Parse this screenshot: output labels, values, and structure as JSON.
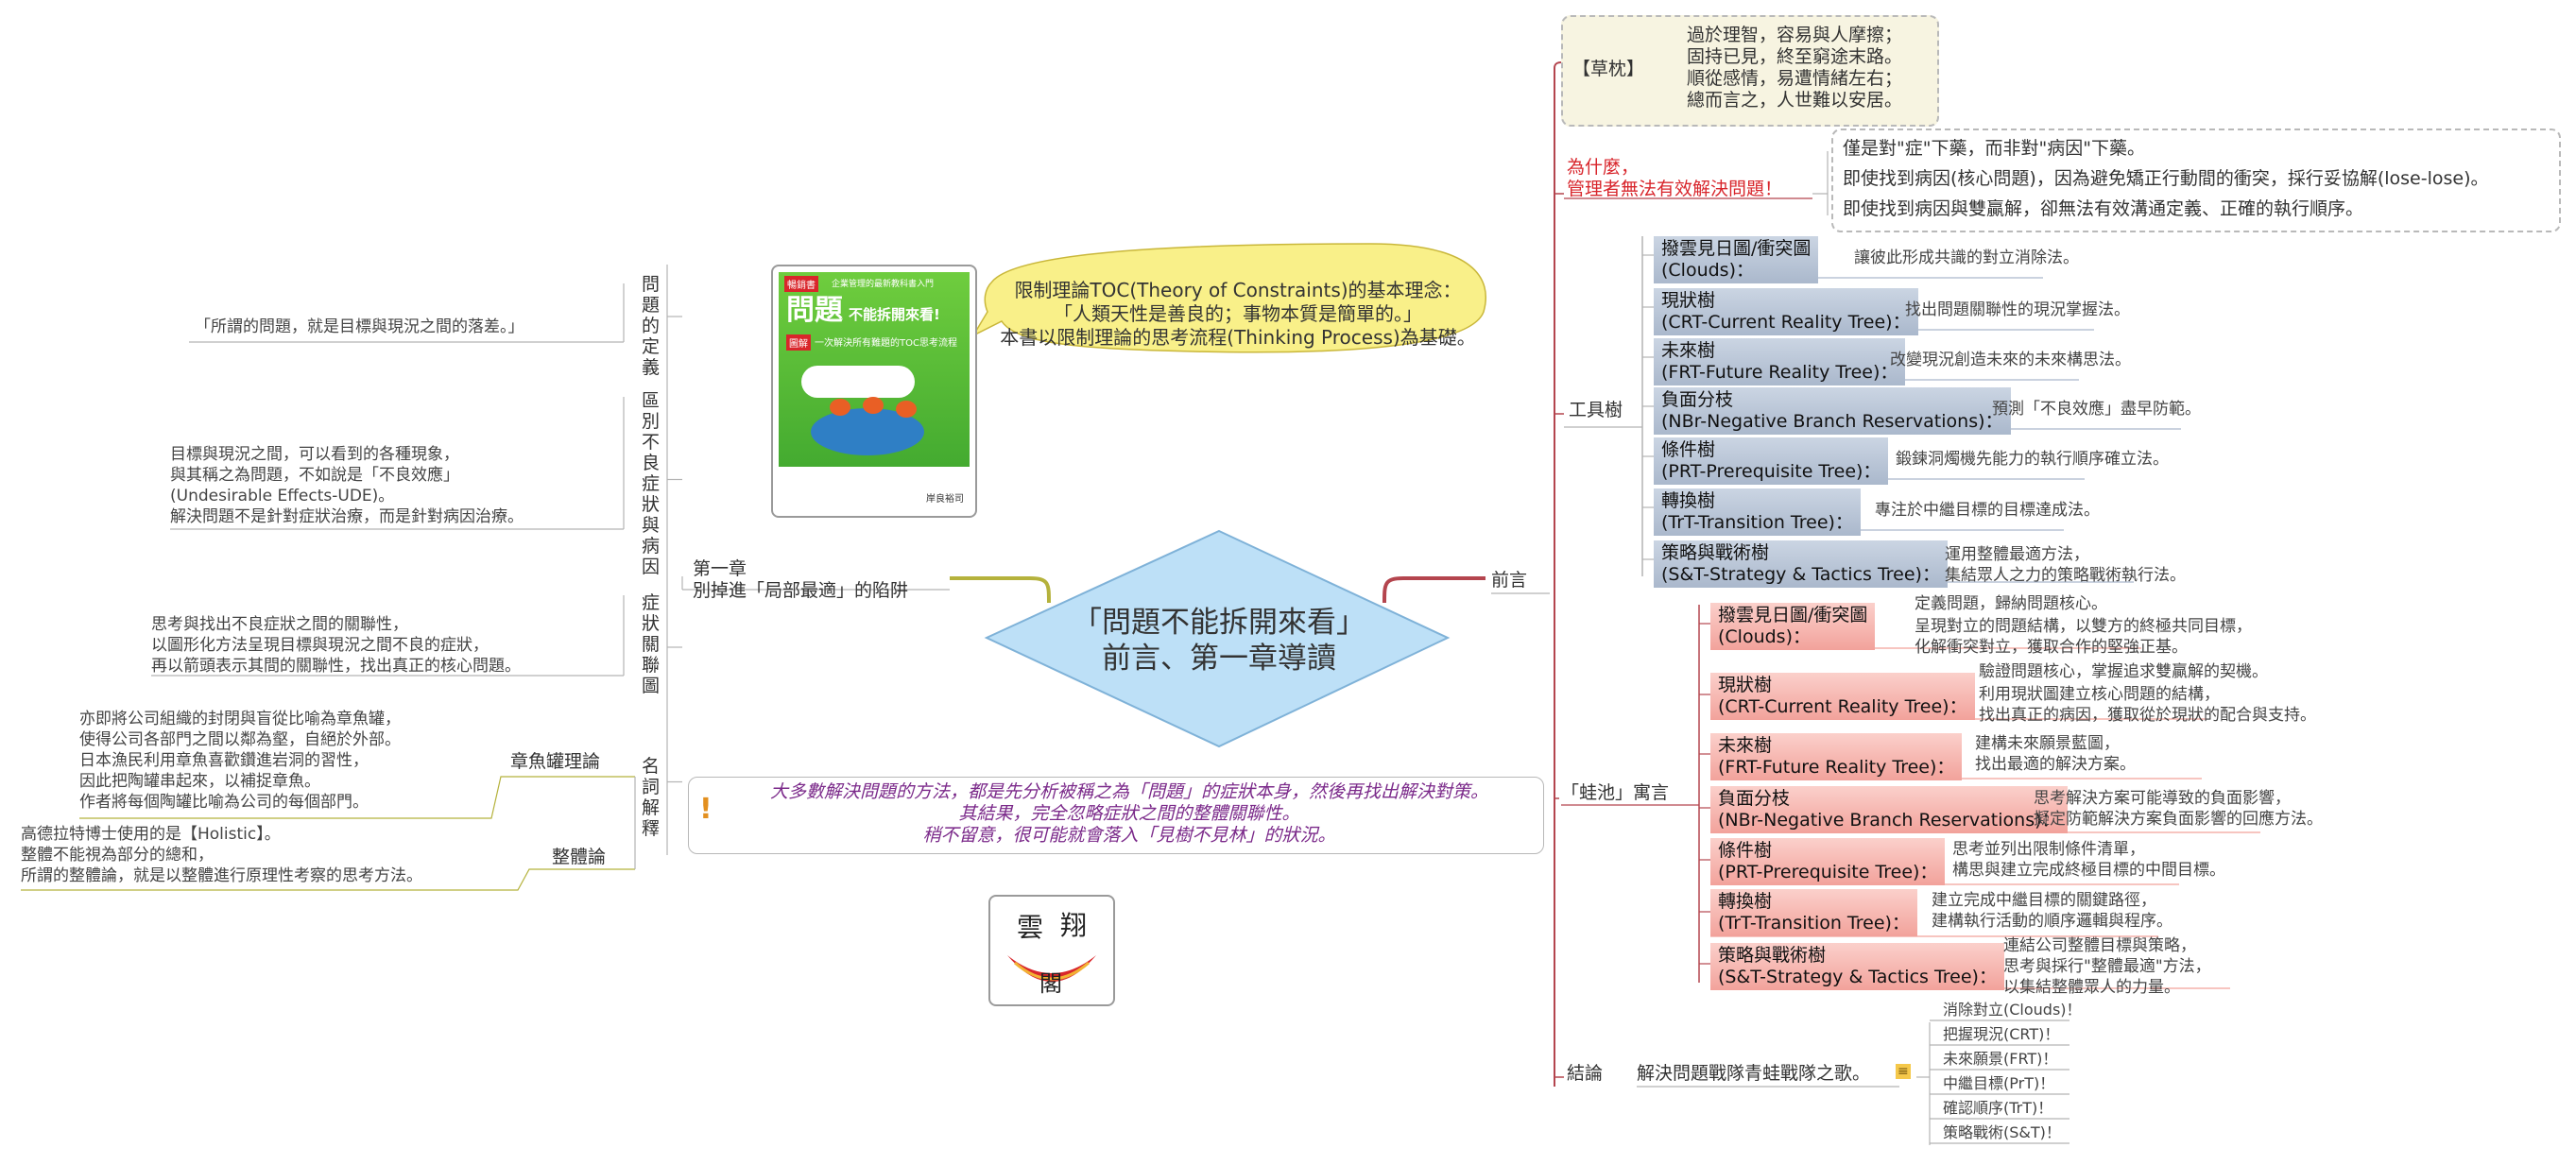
{
  "center": {
    "line1": "「問題不能拆開來看」",
    "line2": "前言、第一章導讀"
  },
  "bubble": {
    "lines": [
      "限制理論TOC(Theory of Constraints)的基本理念：",
      "「人類天性是善良的；事物本質是簡單的。」",
      "本書以限制理論的思考流程(Thinking Process)為基礎。"
    ]
  },
  "book": {
    "badge": "暢銷書",
    "tag": "企業管理的最新教科書入門",
    "title_big": "問題",
    "title_rest": "不能拆開來看!",
    "subtitle_prefix": "圖解",
    "subtitle": "一次解決所有難題的TOC思考流程",
    "author": "岸良裕司"
  },
  "logo": {
    "chars": "雲翔閣"
  },
  "note": {
    "lines": [
      "大多數解決問題的方法，都是先分析被稱之為「問題」的症狀本身，然後再找出解決對策。",
      "其結果，完全忽略症狀之間的整體關聯性。",
      "稍不留意，很可能就會落入「見樹不見林」的狀況。"
    ]
  },
  "chapter1": {
    "label_lines": [
      "第一章",
      "別掉進「局部最適」的陷阱"
    ],
    "topics": [
      {
        "label": "問題的定義",
        "details": [
          "「所謂的問題，就是目標與現況之間的落差。」"
        ]
      },
      {
        "label": "區別不良症狀與病因",
        "details": [
          "目標與現況之間，可以看到的各種現象，",
          "與其稱之為問題，不如說是「不良效應」",
          "(Undesirable Effects-UDE)。",
          "解決問題不是針對症狀治療，而是針對病因治療。"
        ]
      },
      {
        "label": "症狀關聯圖",
        "details": [
          "思考與找出不良症狀之間的關聯性，",
          "以圖形化方法呈現目標與現況之間不良的症狀，",
          "再以箭頭表示其間的關聯性，找出真正的核心問題。"
        ]
      },
      {
        "label": "名詞解釋",
        "subs": [
          {
            "label": "章魚罐理論",
            "details": [
              "亦即將公司組織的封閉與盲從比喻為章魚罐，",
              "使得公司各部門之間以鄰為壑，自絕於外部。",
              "日本漁民利用章魚喜歡鑽進岩洞的習性，",
              "因此把陶罐串起來，以補捉章魚。",
              "作者將每個陶罐比喻為公司的每個部門。"
            ]
          },
          {
            "label": "整體論",
            "details": [
              "高德拉特博士使用的是【Holistic】。",
              "整體不能視為部分的總和，",
              "所謂的整體論，就是以整體進行原理性考察的思考方法。"
            ]
          }
        ]
      }
    ]
  },
  "preface": {
    "label": "前言",
    "pillow": {
      "label": "【草枕】",
      "lines": [
        "過於理智，容易與人摩擦；",
        "固持已見，終至窮途末路。",
        "順從感情，易遭情緒左右；",
        "總而言之，人世難以安居。"
      ]
    },
    "why": {
      "label_lines": [
        "為什麼，",
        "管理者無法有效解決問題！"
      ],
      "items": [
        "僅是對\"症\"下藥，而非對\"病因\"下藥。",
        "即使找到病因(核心問題)，因為避免矯正行動間的衝突，採行妥協解(lose-lose)。",
        "即使找到病因與雙贏解，卻無法有效溝通定義、正確的執行順序。"
      ]
    },
    "tools": {
      "label": "工具樹",
      "items": [
        {
          "name": [
            "撥雲見日圖/衝突圖",
            "(Clouds)："
          ],
          "desc": [
            "讓彼此形成共識的對立消除法。"
          ]
        },
        {
          "name": [
            "現狀樹",
            "(CRT-Current Reality Tree)："
          ],
          "desc": [
            "找出問題關聯性的現況掌握法。"
          ]
        },
        {
          "name": [
            "未來樹",
            "(FRT-Future Reality Tree)："
          ],
          "desc": [
            "改變現況創造未來的未來構思法。"
          ]
        },
        {
          "name": [
            "負面分枝",
            "(NBr-Negative Branch Reservations)："
          ],
          "desc": [
            "預測「不良效應」盡早防範。"
          ]
        },
        {
          "name": [
            "條件樹",
            "(PRT-Prerequisite Tree)："
          ],
          "desc": [
            "鍛鍊洞燭機先能力的執行順序確立法。"
          ]
        },
        {
          "name": [
            "轉換樹",
            "(TrT-Transition Tree)："
          ],
          "desc": [
            "專注於中繼目標的目標達成法。"
          ]
        },
        {
          "name": [
            "策略與戰術樹",
            "(S&T-Strategy & Tactics Tree)："
          ],
          "desc": [
            "運用整體最適方法，",
            "集結眾人之力的策略戰術執行法。"
          ]
        }
      ]
    },
    "frog": {
      "label": "「蛙池」寓言",
      "items": [
        {
          "name": [
            "撥雲見日圖/衝突圖",
            "(Clouds)："
          ],
          "descs": [
            [
              "定義問題，歸納問題核心。"
            ],
            [
              "呈現對立的問題結構，以雙方的終極共同目標，",
              "化解衝突對立，獲取合作的堅強正基。"
            ]
          ]
        },
        {
          "name": [
            "現狀樹",
            "(CRT-Current Reality Tree)："
          ],
          "descs": [
            [
              "驗證問題核心，掌握追求雙贏解的契機。"
            ],
            [
              "利用現狀圖建立核心問題的結構，",
              "找出真正的病因，獲取從於現狀的配合與支持。"
            ]
          ]
        },
        {
          "name": [
            "未來樹",
            "(FRT-Future Reality Tree)："
          ],
          "descs": [
            [
              "建構未來願景藍圖，",
              "找出最適的解決方案。"
            ]
          ]
        },
        {
          "name": [
            "負面分枝",
            "(NBr-Negative Branch Reservations)："
          ],
          "descs": [
            [
              "思考解決方案可能導致的負面影響，",
              "擬定防範解決方案負面影響的回應方法。"
            ]
          ]
        },
        {
          "name": [
            "條件樹",
            "(PRT-Prerequisite Tree)："
          ],
          "descs": [
            [
              "思考並列出限制條件清單，",
              "構思與建立完成終極目標的中間目標。"
            ]
          ]
        },
        {
          "name": [
            "轉換樹",
            "(TrT-Transition Tree)："
          ],
          "descs": [
            [
              "建立完成中繼目標的關鍵路徑，",
              "建構執行活動的順序邏輯與程序。"
            ]
          ]
        },
        {
          "name": [
            "策略與戰術樹",
            "(S&T-Strategy & Tactics Tree)："
          ],
          "descs": [
            [
              "連結公司整體目標與策略，",
              "思考與採行\"整體最適\"方法，",
              "以集結整體眾人的力量。"
            ]
          ]
        }
      ]
    },
    "conclusion": {
      "label": "結論",
      "song": "解決問題戰隊青蛙戰隊之歌。",
      "items": [
        "消除對立(Clouds)！",
        "把握現況(CRT)！",
        "未來願景(FRT)！",
        "中繼目標(PrT)！",
        "確認順序(TrT)！",
        "策略戰術(S&T)！"
      ]
    }
  },
  "colors": {
    "left_branch": "#b5b23c",
    "right_branch": "#b4454e",
    "center_fill": "#bde0f7",
    "bubble_fill": "#f9f089"
  }
}
